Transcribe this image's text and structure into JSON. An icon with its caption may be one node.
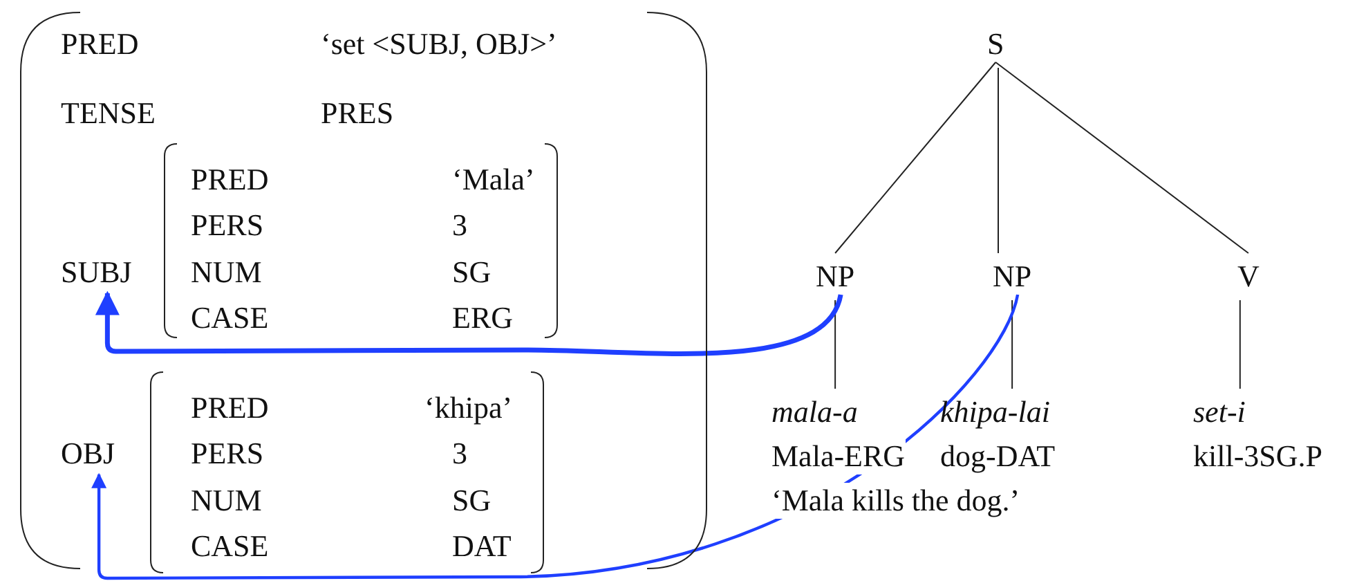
{
  "diagram": {
    "nodes": [
      {
        "text": [],
        "shape": "bracket"
      },
      {
        "text": [
          "SUBJ"
        ],
        "in": 0
      },
      {
        "text": [],
        "shape": "bracket",
        "in": 0
      },
      {
        "text": [
          "OBJ"
        ],
        "in": 0
      },
      {
        "text": [],
        "shape": "bracket",
        "in": 0
      },
      {
        "text": [
          "S"
        ]
      },
      {
        "text": [
          "NP"
        ]
      },
      {
        "text": [
          "NP"
        ]
      },
      {
        "text": [
          "V"
        ]
      },
      {
        "text": [
          "mala-a"
        ]
      },
      {
        "text": [
          "khipa-lai"
        ]
      },
      {
        "text": [
          "set-i"
        ]
      }
    ],
    "edges": [
      {
        "from": 5,
        "to": 6,
        "arrow": "none"
      },
      {
        "from": 5,
        "to": 7,
        "arrow": "none"
      },
      {
        "from": 5,
        "to": 8,
        "arrow": "none"
      },
      {
        "from": 6,
        "to": 9,
        "arrow": "none"
      },
      {
        "from": 7,
        "to": 10,
        "arrow": "none"
      },
      {
        "from": 8,
        "to": 11,
        "arrow": "none"
      },
      {
        "from": 6,
        "to": 1,
        "arrow": "to",
        "style": "thick",
        "color": "#1f3fff"
      },
      {
        "from": 7,
        "to": 3,
        "arrow": "to",
        "color": "#1f3fff"
      }
    ],
    "labels": [
      "PRED",
      "‘set <SUBJ, OBJ>’",
      "TENSE",
      "PRES",
      "PRED",
      "‘Mala’",
      "PERS",
      "3",
      "NUM",
      "SG",
      "CASE",
      "ERG",
      "PRED",
      "‘khipa’",
      "PERS",
      "3",
      "NUM",
      "SG",
      "CASE",
      "DAT",
      "Mala-ERG",
      "dog-DAT",
      "kill-3SG.P",
      "‘Mala kills the dog.’"
    ]
  }
}
